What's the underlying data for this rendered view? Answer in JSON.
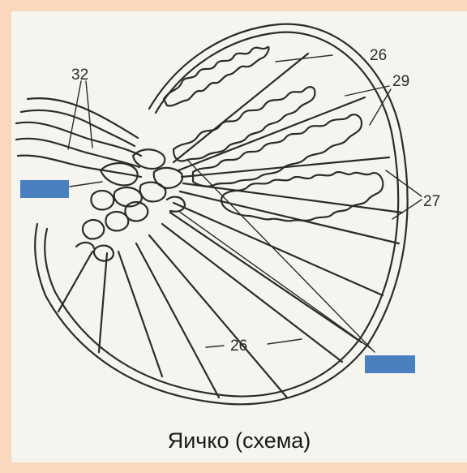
{
  "caption": "Яичко (схема)",
  "labels": {
    "l32": "32",
    "l26_top": "26",
    "l29": "29",
    "l27": "27",
    "l26_bottom": "26"
  },
  "colors": {
    "frame": "#fad8bd",
    "paper": "#f6f4ef",
    "ink": "#2b2b2b",
    "marker": "#4a7fc0"
  }
}
